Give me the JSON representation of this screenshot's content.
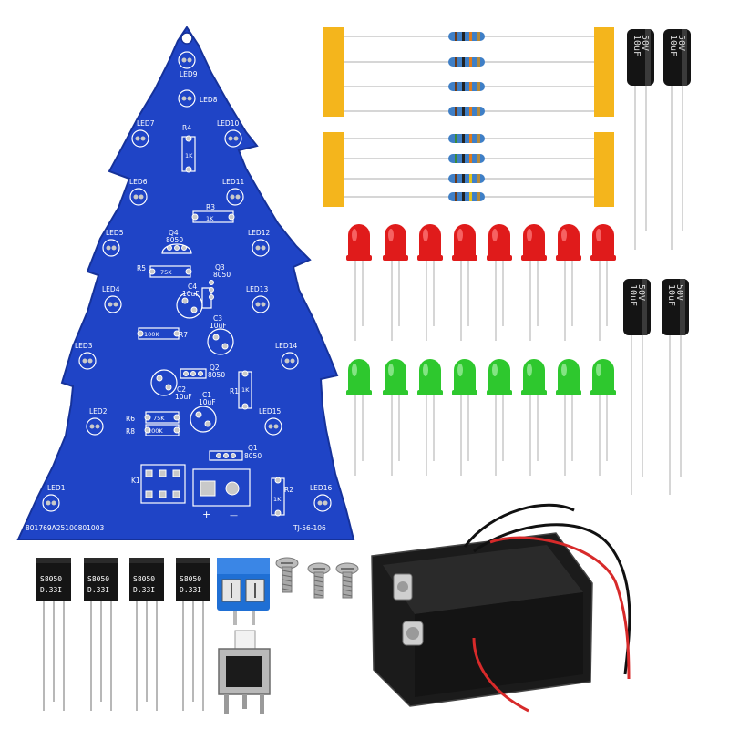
{
  "colors": {
    "pcb": "#1f44c6",
    "pcb_dark": "#16329a",
    "silk": "#ffffff",
    "solder": "#c9c9c9",
    "led_red": "#e01b1b",
    "led_green": "#2ec82e",
    "tape": "#f4b51c",
    "terminal": "#1f6fd4",
    "battery_box": "#1b1b1b"
  },
  "pcb": {
    "leds": [
      "LED1",
      "LED2",
      "LED3",
      "LED4",
      "LED5",
      "LED6",
      "LED7",
      "LED8",
      "LED9",
      "LED10",
      "LED11",
      "LED12",
      "LED13",
      "LED14",
      "LED15",
      "LED16"
    ],
    "labels": {
      "r4": "R4",
      "r4_val": "1K",
      "r3": "R3",
      "r3_val": "1K",
      "q4": "Q4",
      "q4_part": "8050",
      "q3": "Q3",
      "q3_part": "8050",
      "r5": "R5",
      "r5_val": "75K",
      "c4": "C4",
      "c4_val": "10uF",
      "c3": "C3",
      "c3_val": "10uF",
      "r7": "R7",
      "r7_val": "100K",
      "q2": "Q2",
      "q2_part": "8050",
      "c2": "C2",
      "c2_val": "10uF",
      "c1": "C1",
      "c1_val": "10uF",
      "r1": "R1",
      "r1_val": "1K",
      "r6": "R6",
      "r6_val": "75K",
      "r8": "R8",
      "r8_val": "100K",
      "q1": "Q1",
      "q1_part": "8050",
      "k1": "K1",
      "r2": "R2",
      "r2_val": "1K",
      "plus": "+",
      "minus": "—",
      "serial": "801769A25100801003",
      "model": "TJ-56-106"
    }
  },
  "transistors": {
    "top": "S8050",
    "bottom": "D.33I"
  },
  "capacitor": {
    "value": "10uF",
    "voltage": "50V"
  }
}
